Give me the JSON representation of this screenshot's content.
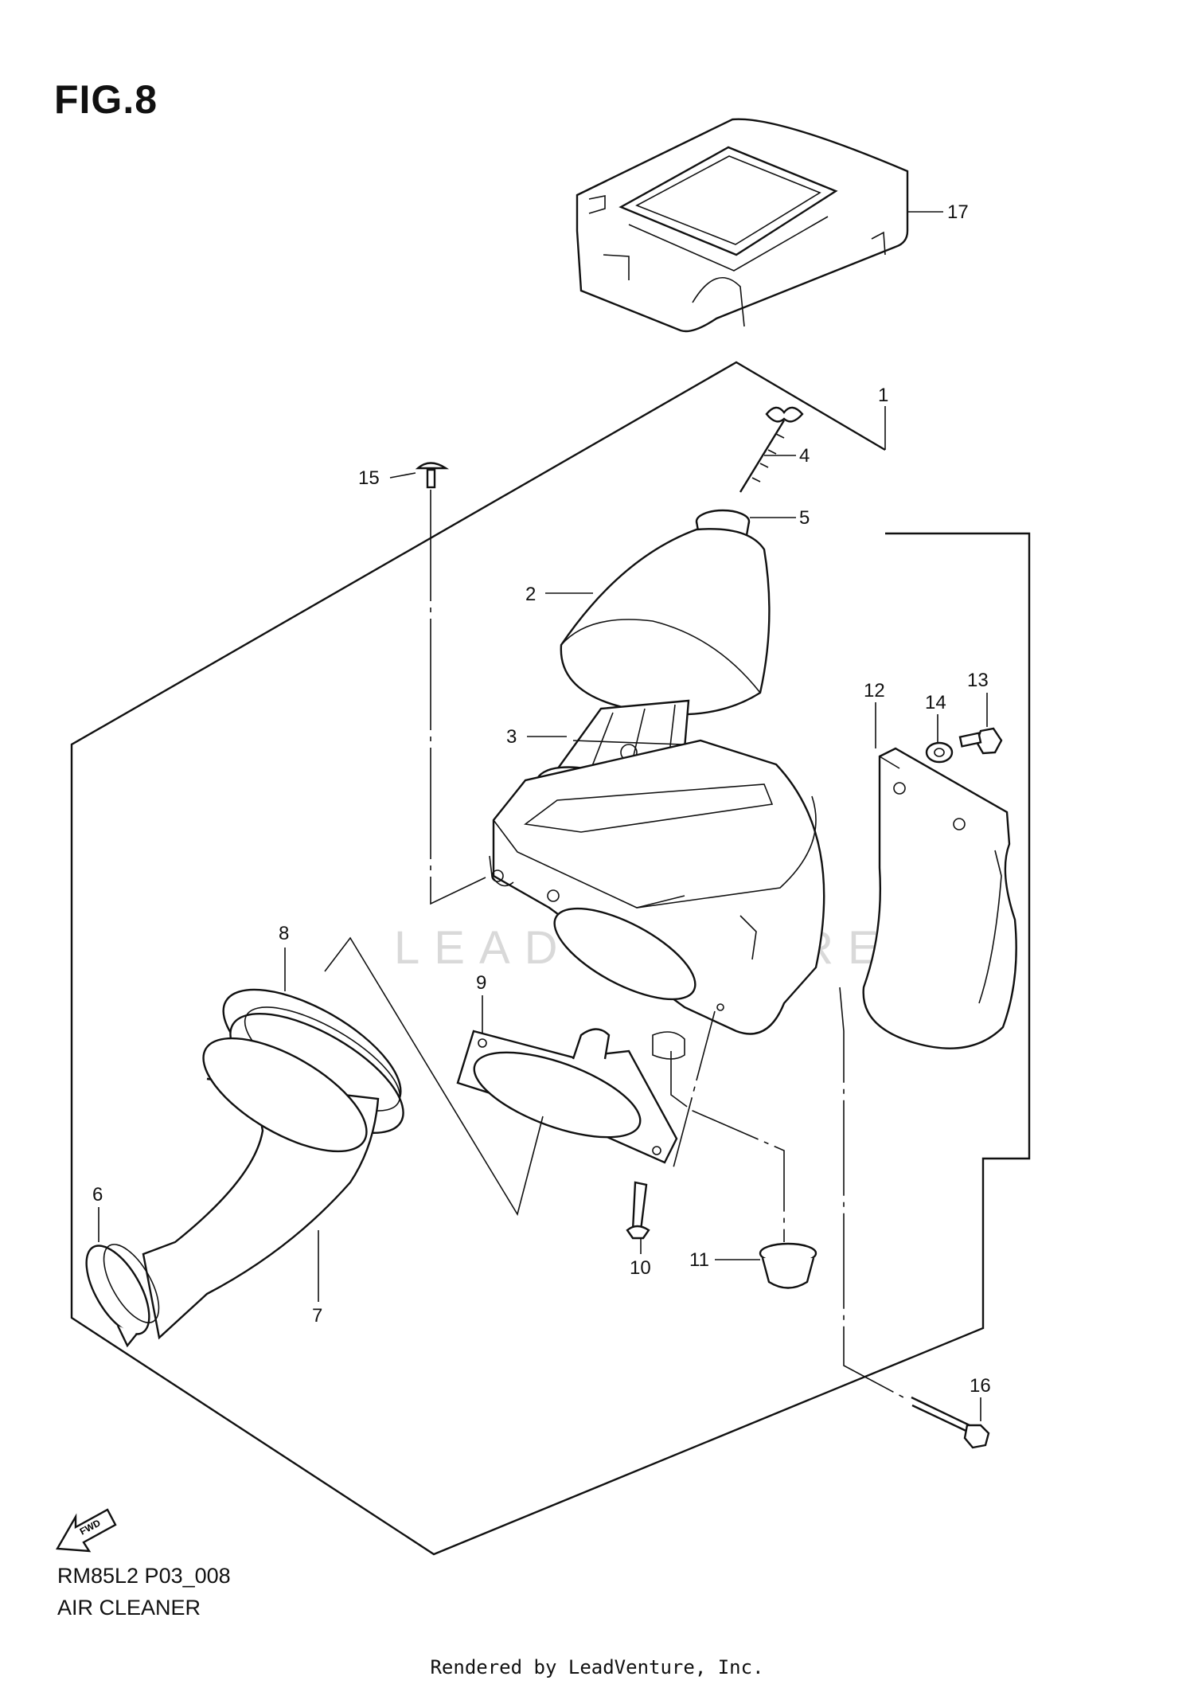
{
  "figure": {
    "title": "FIG.8"
  },
  "watermark": {
    "text": "LEADVENTURE"
  },
  "fwd_label": "FWD",
  "callouts": [
    {
      "id": "1",
      "label": "1"
    },
    {
      "id": "2",
      "label": "2"
    },
    {
      "id": "3",
      "label": "3"
    },
    {
      "id": "4",
      "label": "4"
    },
    {
      "id": "5",
      "label": "5"
    },
    {
      "id": "6",
      "label": "6"
    },
    {
      "id": "7",
      "label": "7"
    },
    {
      "id": "8",
      "label": "8"
    },
    {
      "id": "9",
      "label": "9"
    },
    {
      "id": "10",
      "label": "10"
    },
    {
      "id": "11",
      "label": "11"
    },
    {
      "id": "12",
      "label": "12"
    },
    {
      "id": "13",
      "label": "13"
    },
    {
      "id": "14",
      "label": "14"
    },
    {
      "id": "15",
      "label": "15"
    },
    {
      "id": "16",
      "label": "16"
    },
    {
      "id": "17",
      "label": "17"
    }
  ],
  "caption": {
    "code": "RM85L2 P03_008",
    "section": "AIR CLEANER"
  },
  "footer": {
    "text": "Rendered by LeadVenture, Inc."
  }
}
